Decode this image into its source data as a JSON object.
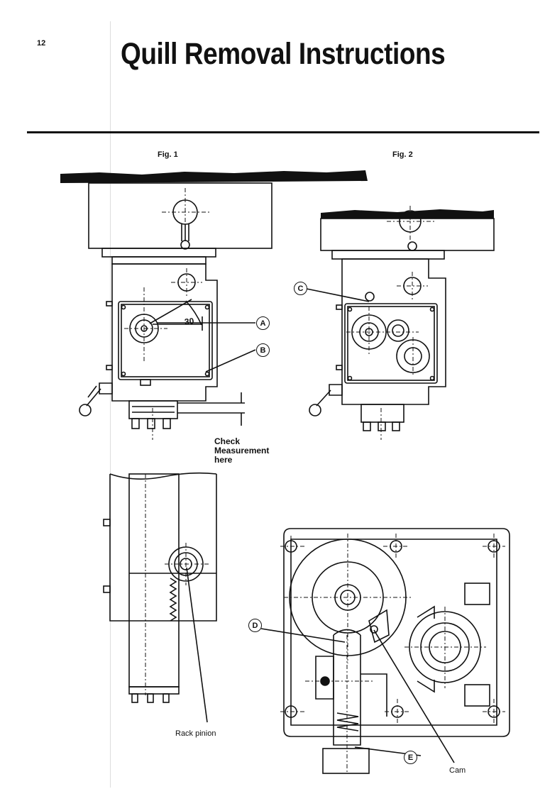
{
  "page": {
    "number": "12",
    "title": "Quill Removal Instructions"
  },
  "figures": {
    "fig1_label": "Fig. 1",
    "fig2_label": "Fig. 2",
    "angle_label": "30",
    "check_line1": "Check",
    "check_line2": "Measurement",
    "check_line3": "here",
    "rack_pinion_label": "Rack pinion",
    "cam_label": "Cam"
  },
  "callouts": {
    "a": "A",
    "b": "B",
    "c": "C",
    "d": "D",
    "e": "E"
  }
}
